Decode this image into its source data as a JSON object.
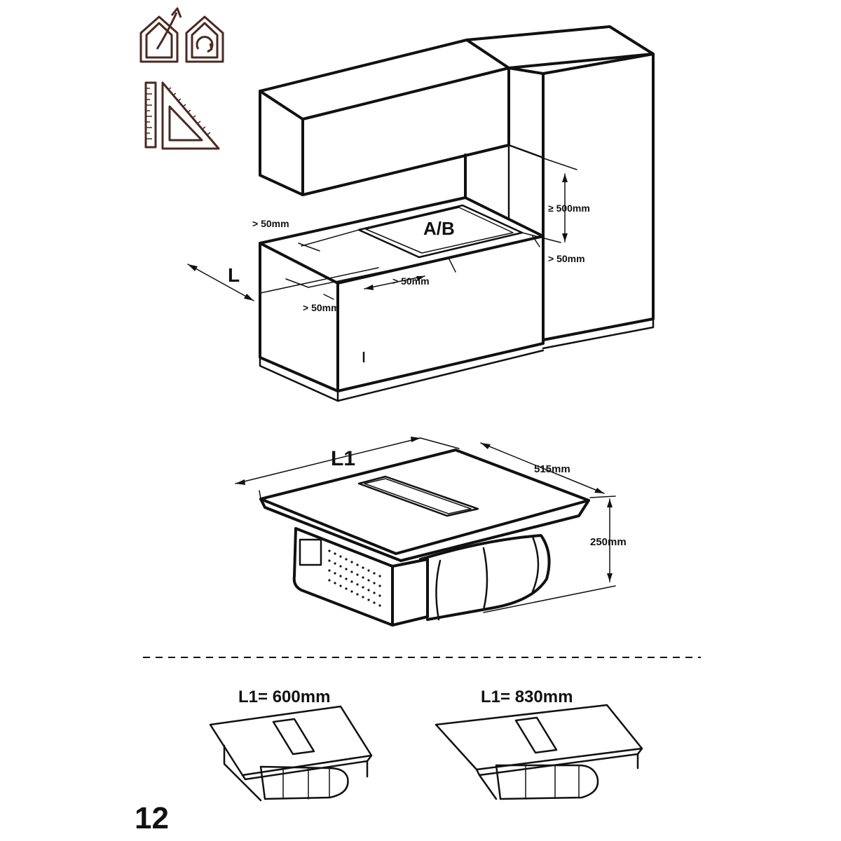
{
  "top_diagram": {
    "cooktop_label": "A/B",
    "clearance_left": "> 50mm",
    "clearance_right": "> 50mm",
    "clearance_front_1": "> 50mm",
    "clearance_front_2": "> 50mm",
    "height_above": "≥ 500mm",
    "length_label": "L"
  },
  "unit_diagram": {
    "length_label": "L1",
    "depth_label": "515mm",
    "height_label": "250mm"
  },
  "variants": [
    {
      "label": "L1= 600mm"
    },
    {
      "label": "L1= 830mm"
    }
  ],
  "page_number": "12",
  "icons": [
    "house-venting-out-icon",
    "house-recirculation-icon",
    "ruler-icon",
    "set-square-icon"
  ]
}
